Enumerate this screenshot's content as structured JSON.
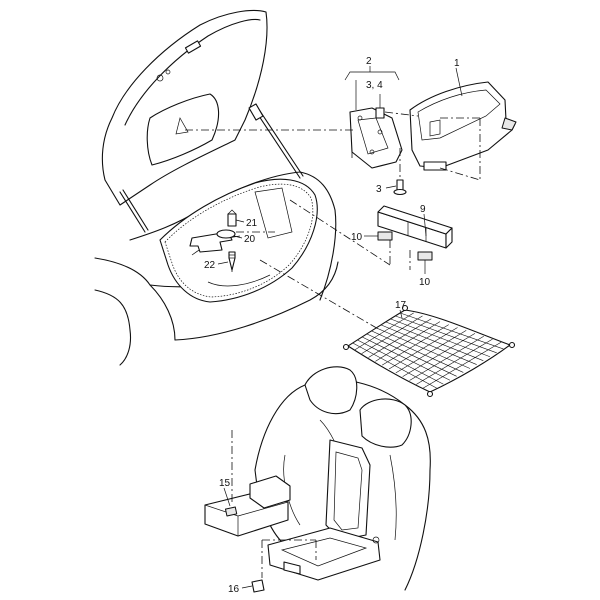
{
  "callouts": {
    "c1": "1",
    "c2": "2",
    "c3_4": "3, 4",
    "c3": "3",
    "c9": "9",
    "c10a": "10",
    "c10b": "10",
    "c15": "15",
    "c16": "16",
    "c17": "17",
    "c20": "20",
    "c21": "21",
    "c22": "22"
  },
  "colors": {
    "line": "#111111",
    "background": "#ffffff"
  }
}
